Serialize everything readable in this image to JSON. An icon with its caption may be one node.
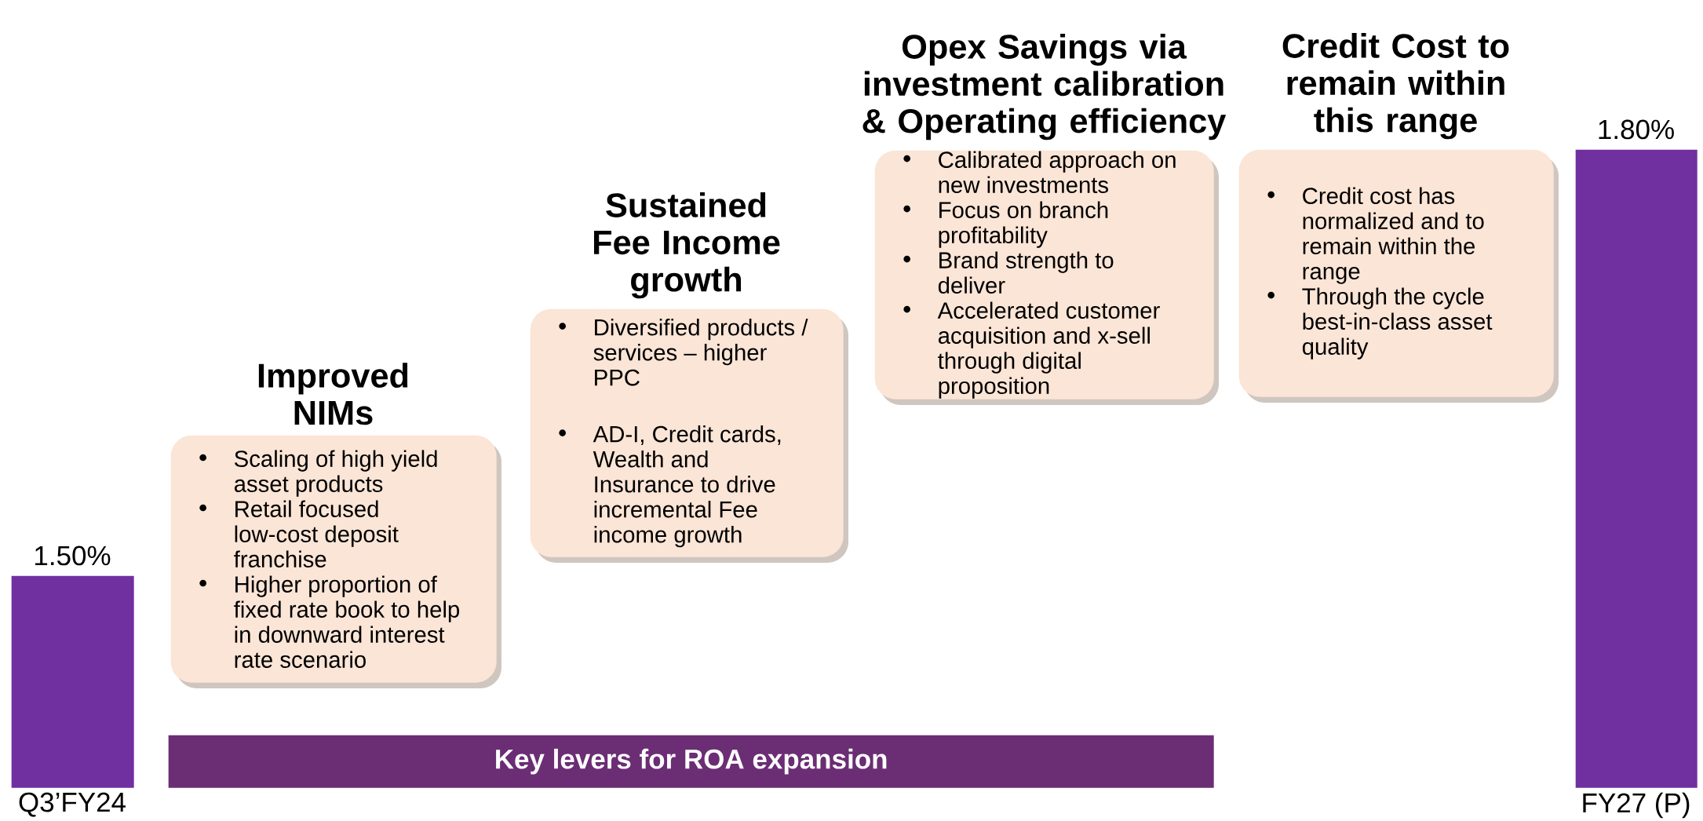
{
  "diagram": {
    "nodes": [
      {
        "text": [],
        "shape": "bar",
        "beside": [
          "1.50%",
          "Q3’FY24"
        ]
      },
      {
        "text": [
          "Improved NIMs",
          "Scaling of high yield asset products",
          "Retail focused low-cost deposit franchise",
          "Higher proportion of fixed rate book to help in downward interest rate scenario"
        ]
      },
      {
        "text": [
          "Sustained Fee Income growth",
          "Diversified products / services – higher PPC",
          "AD-I, Credit cards, Wealth and Insurance to drive incremental Fee income growth"
        ]
      },
      {
        "text": [
          "Opex Savings via investment calibration & Operating efficiency",
          "Calibrated approach on new investments",
          "Focus on branch profitability",
          "Brand strength to deliver",
          "Accelerated customer acquisition and x-sell through digital proposition"
        ]
      },
      {
        "text": [
          "Credit Cost to remain within this range",
          "Credit cost has normalized and to remain within the range",
          "Through the cycle best-in-class asset quality"
        ]
      },
      {
        "text": [
          "Key levers for ROA expansion"
        ]
      },
      {
        "text": [],
        "shape": "bar",
        "beside": [
          "1.80%",
          "FY27 (P)"
        ]
      }
    ]
  }
}
